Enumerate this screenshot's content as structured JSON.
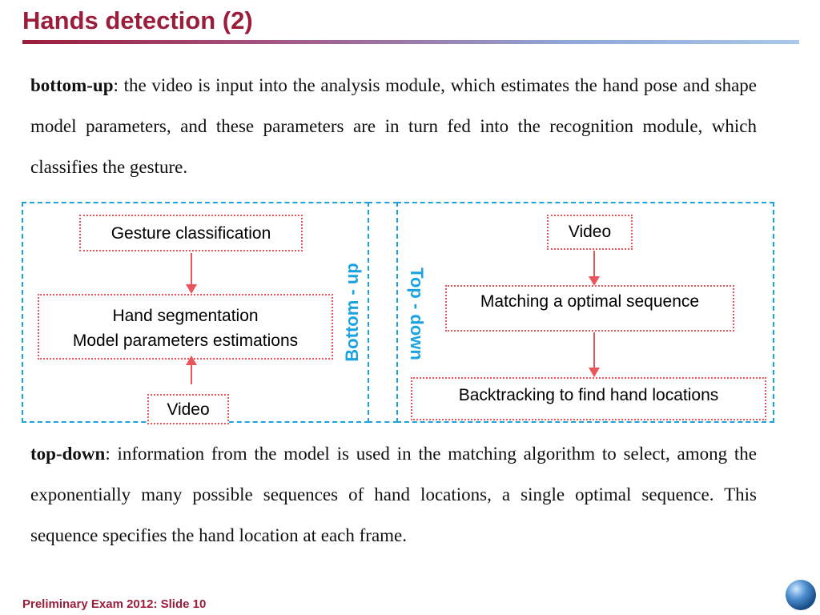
{
  "title": "Hands detection (2)",
  "para1": {
    "term": "bottom-up",
    "text": ": the video is input into the analysis module, which estimates the hand pose and shape model parameters, and these parameters are in turn fed into the recognition module, which classifies the gesture."
  },
  "para2": {
    "term": "top-down",
    "text": ": information from the model is used in the matching algorithm to select, among the exponentially many possible sequences of hand locations, a single optimal sequence. This sequence specifies the hand location at each frame."
  },
  "diagram": {
    "bottom_up_label": "Bottom - up",
    "top_down_label": "Top - down",
    "left": {
      "gesture": "Gesture classification",
      "hand_seg": "Hand segmentation",
      "model_params": "Model parameters estimations",
      "video": "Video"
    },
    "right": {
      "video": "Video",
      "matching": "Matching a optimal sequence",
      "backtracking": "Backtracking to find hand locations"
    }
  },
  "footer": "Preliminary Exam 2012: Slide 10",
  "colors": {
    "title": "#9b1d3a",
    "dashed_border": "#1aa3e0",
    "box_border": "#e8555a"
  },
  "icons": {
    "logo": "globe-logo-icon"
  }
}
